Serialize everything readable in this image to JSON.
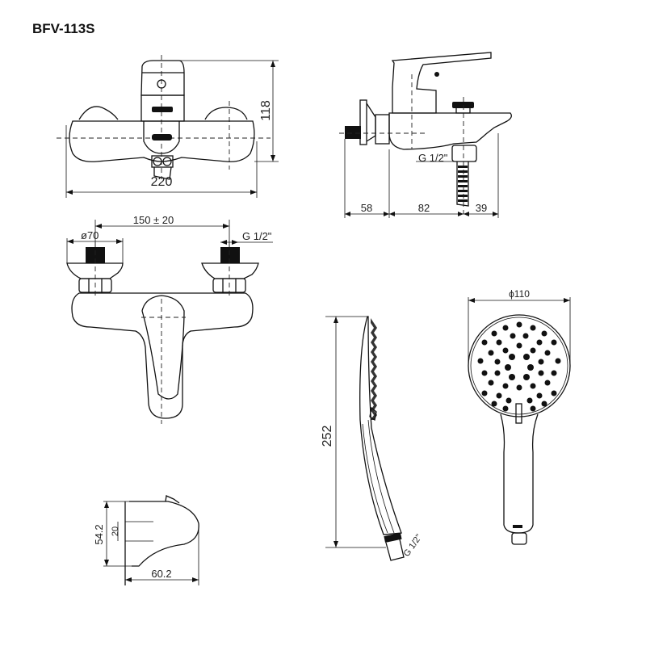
{
  "model": "BFV-113S",
  "views": {
    "front": {
      "width_label": "220",
      "height_label": "118"
    },
    "side": {
      "thread_label": "G 1/2\"",
      "dims": [
        "58",
        "82",
        "39"
      ]
    },
    "top": {
      "spacing_label": "150 ± 20",
      "spacing_value": "150",
      "spacing_tolerance": "20",
      "flange_diameter_label": "ø70",
      "thread_label": "G 1/2\""
    },
    "spout": {
      "height_label": "54.2",
      "outlet_label": "20",
      "depth_label": "60.2"
    },
    "handshower_side": {
      "length_label": "252",
      "thread_label": "G 1/2\""
    },
    "handshower_front": {
      "diameter_label": "ϕ110"
    }
  }
}
